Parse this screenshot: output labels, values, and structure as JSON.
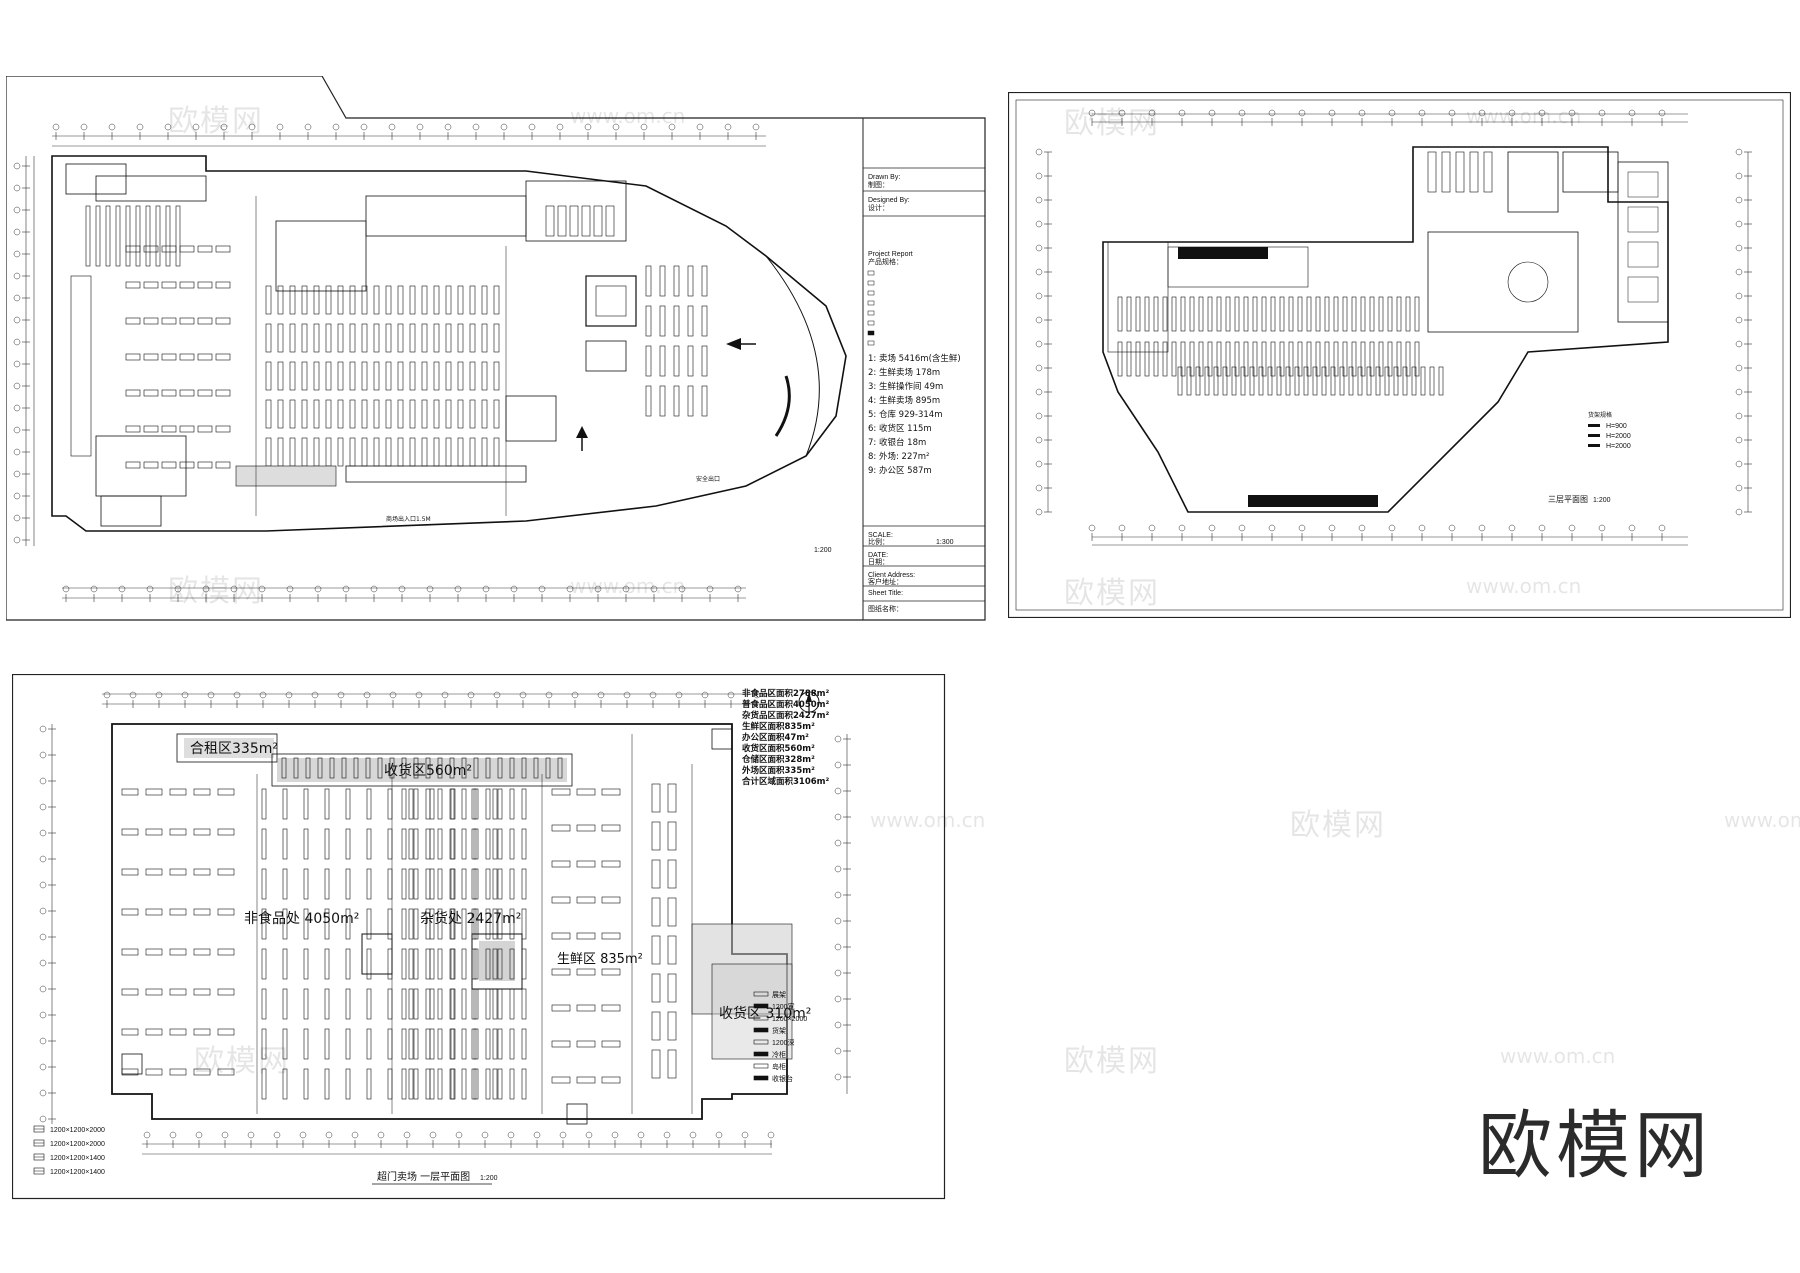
{
  "sheet1": {
    "title_block": {
      "drawn_by_en": "Drawn By:",
      "drawn_by_cn": "制图：",
      "designed_by_en": "Designed By:",
      "designed_by_cn": "设计：",
      "project_report_en": "Project Report",
      "project_report_cn": "产品规格：",
      "scale_en": "SCALE:",
      "scale_cn": "比例：",
      "scale_value": "1:300",
      "date_en": "DATE:",
      "date_cn": "日期：",
      "client_en": "Client Address:",
      "client_cn": "客户地址：",
      "sheet_en": "Sheet Title:",
      "sheet_cn": "图纸名称："
    },
    "area_list": [
      "1: 卖场 5416m(含生鲜)",
      "2: 生鲜卖场 178m",
      "3: 生鲜操作间 49m",
      "4: 生鲜卖场 895m",
      "5: 仓库 929-314m",
      "6: 收货区 115m",
      "7: 收银台 18m",
      "8: 外场: 227m²",
      "9: 办公区 587m"
    ],
    "plan_scale": "1:200",
    "labels": [
      "商场出入口1.5M",
      "安全出口"
    ]
  },
  "sheet2": {
    "plan_title": "三层平面图",
    "plan_scale": "1:200",
    "legend_title": "货架规格",
    "legend": [
      "H=900",
      "H=2000",
      "H=2000"
    ]
  },
  "sheet3": {
    "area_legend": [
      "非食品区面积2788m²",
      "普食品区面积4050m²",
      "杂货品区面积2427m²",
      "生鲜区面积835m²",
      "办公区面积47m²",
      "收货区面积560m²",
      "仓储区面积328m²",
      "外场区面积335m²",
      "合计区域面积3106m²"
    ],
    "zone_labels": [
      {
        "text": "合租区335m²"
      },
      {
        "text": "收货区560m²"
      },
      {
        "text": "非食品处 4050m²"
      },
      {
        "text": "杂货处 2427m²"
      },
      {
        "text": "生鲜区 835m²"
      },
      {
        "text": "收货区 310m²"
      }
    ],
    "shelf_legend": [
      "1200×1200×2000",
      "1200×1200×2000",
      "1200×1200×1400",
      "1200×1200×1400"
    ],
    "plan_title": "超门卖场 一层平面图",
    "plan_scale": "1:200",
    "right_legend": [
      "展架",
      "1200宽",
      "1200×2000",
      "货架",
      "1200深",
      "冷柜",
      "岛柜",
      "收银台"
    ]
  },
  "watermarks": {
    "brand_cn": "欧模网",
    "url": "www.om.cn"
  },
  "brand": "欧模网"
}
